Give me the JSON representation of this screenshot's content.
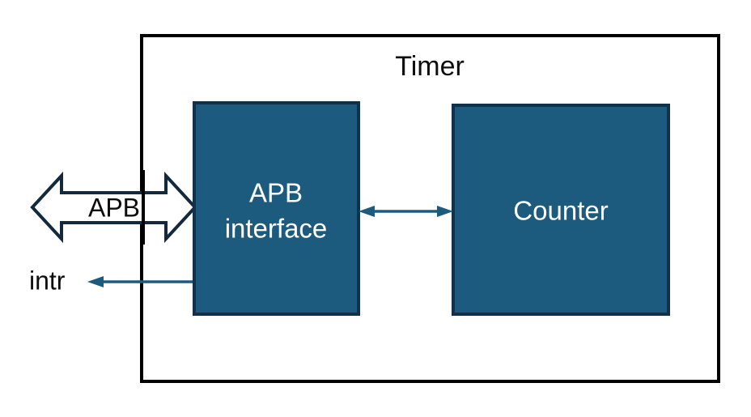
{
  "diagram": {
    "title": "Timer",
    "outer_block": {
      "label": "Timer",
      "border_color": "#000000"
    },
    "blocks": [
      {
        "id": "apb-interface",
        "label_line1": "APB",
        "label_line2": "interface",
        "fill_color": "#1C5B7E",
        "border_color": "#11304a",
        "text_color": "#ffffff"
      },
      {
        "id": "counter",
        "label": "Counter",
        "fill_color": "#1C5B7E",
        "border_color": "#11304a",
        "text_color": "#ffffff"
      }
    ],
    "connections": [
      {
        "id": "apb-bus",
        "label": "APB",
        "type": "bidirectional-block-arrow",
        "stroke_color": "#13293d",
        "fill_color": "#ffffff"
      },
      {
        "id": "apb-to-counter",
        "label": "",
        "type": "bidirectional-arrow",
        "stroke_color": "#1C5B7E"
      },
      {
        "id": "intr-output",
        "label": "intr",
        "type": "arrow-left",
        "stroke_color": "#1C5B7E"
      }
    ],
    "colors": {
      "block_fill": "#1C5B7E",
      "arrow_teal": "#1C5B7E",
      "outline_black": "#000000",
      "bus_outline": "#13293d",
      "background": "#ffffff"
    }
  }
}
